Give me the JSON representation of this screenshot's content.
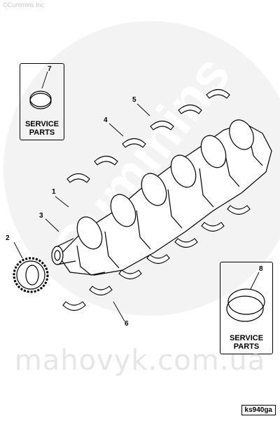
{
  "header": {
    "copyright": "©Cummins Inc"
  },
  "watermark_logo": "Cummins",
  "watermark": {
    "site": "mahovyk.com.ua"
  },
  "figure_id": "ks940ga",
  "callouts": [
    {
      "number": "1"
    },
    {
      "number": "2"
    },
    {
      "number": "3"
    },
    {
      "number": "4"
    },
    {
      "number": "5"
    },
    {
      "number": "6"
    },
    {
      "number": "7"
    },
    {
      "number": "8"
    }
  ],
  "service_parts_7": {
    "line1": "SERVICE",
    "line2": "PARTS"
  },
  "service_parts_8": {
    "line1": "SERVICE",
    "line2": "PARTS"
  },
  "colors": {
    "line": "#000000",
    "watermark": "#e6e6e6",
    "background": "#ffffff"
  }
}
